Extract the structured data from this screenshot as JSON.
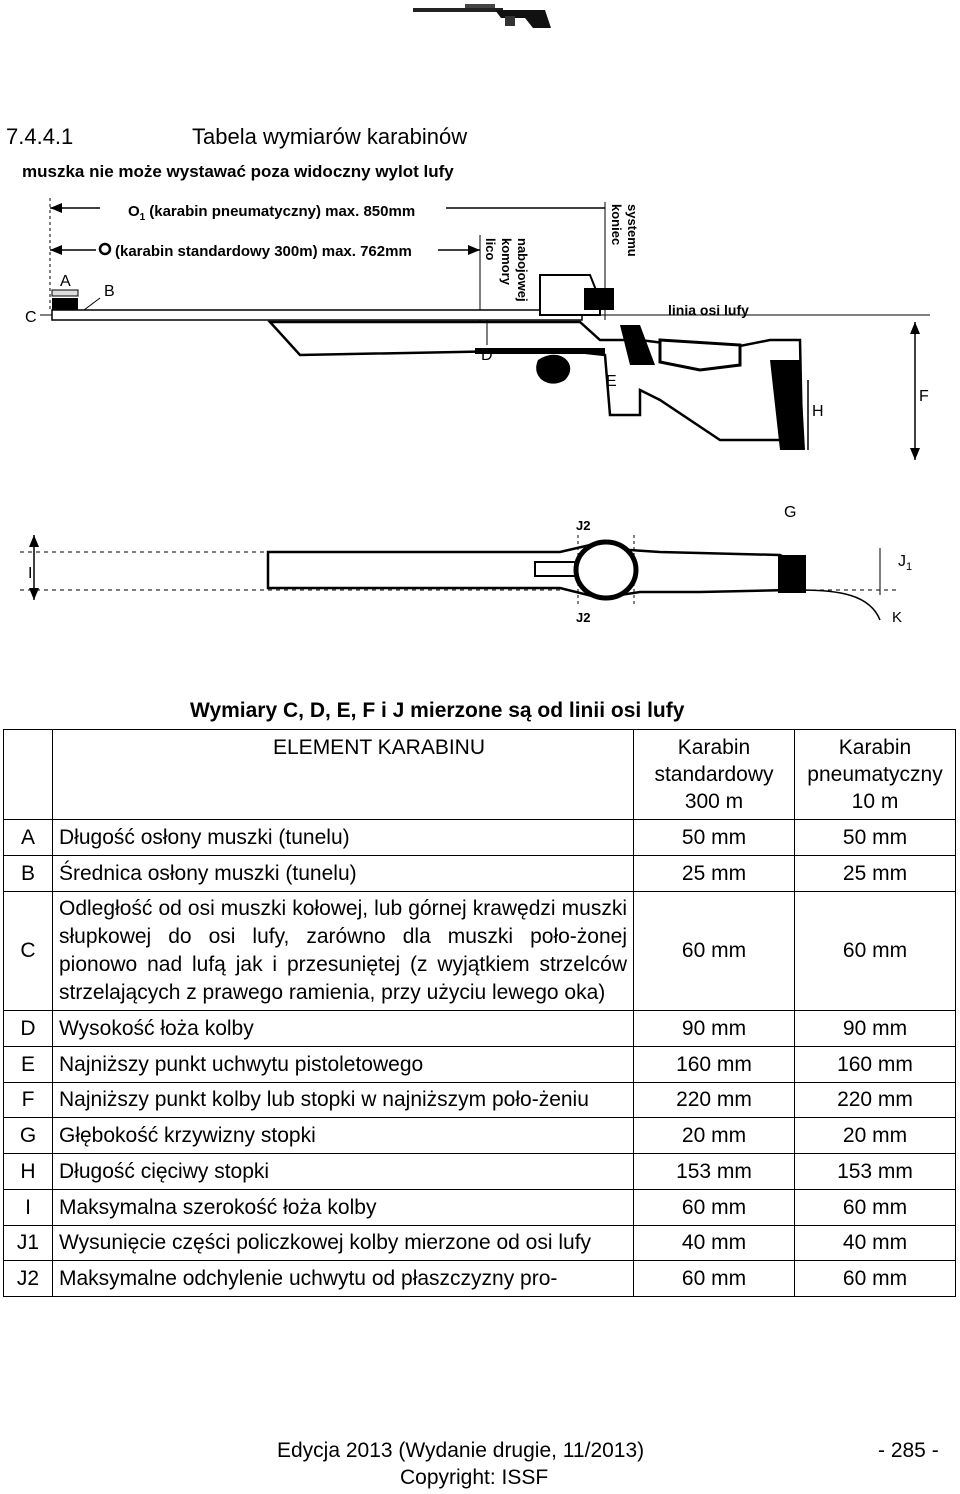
{
  "section": {
    "number": "7.4.4.1",
    "title": "Tabela wymiarów karabinów"
  },
  "figure": {
    "front_sight_note": "muszka nie może wystawać poza widoczny wylot lufy",
    "o1_label": "O",
    "o1_sub": "1",
    "o1_text": "(karabin pneumatyczny) max. 850mm",
    "o_label": "O",
    "o_text": "(karabin standardowy 300m) max. 762mm",
    "chamber_face": [
      "lico",
      "komory",
      "nabojowej"
    ],
    "system_end": [
      "koniec",
      "systemu"
    ],
    "bore_axis": "linia osi lufy",
    "letters": [
      "A",
      "B",
      "C",
      "D",
      "E",
      "F",
      "G",
      "H",
      "I",
      "J2",
      "J2",
      "K"
    ],
    "j1_label": "J",
    "j1_sub": "1"
  },
  "table": {
    "caption": "Wymiary C, D, E, F i J mierzone są od linii osi lufy",
    "header": {
      "element": "ELEMENT KARABINU",
      "standard": [
        "Karabin",
        "standardowy",
        "300 m"
      ],
      "air": [
        "Karabin",
        "pneumatyczny",
        "10 m"
      ]
    },
    "rows": [
      {
        "code": "A",
        "desc": "Długość osłony muszki (tunelu)",
        "standard": "50 mm",
        "air": "50 mm"
      },
      {
        "code": "B",
        "desc": "Średnica osłony muszki (tunelu)",
        "standard": "25 mm",
        "air": "25 mm"
      },
      {
        "code": "C",
        "desc": "Odległość od osi muszki kołowej, lub górnej krawędzi muszki słupkowej do osi lufy, zarówno dla muszki poło-żonej pionowo nad lufą jak i przesuniętej (z wyjątkiem strzelców strzelających z prawego ramienia, przy użyciu lewego oka)",
        "standard": "60 mm",
        "air": "60 mm"
      },
      {
        "code": "D",
        "desc": "Wysokość łoża kolby",
        "standard": "90 mm",
        "air": "90 mm"
      },
      {
        "code": "E",
        "desc": "Najniższy punkt uchwytu pistoletowego",
        "standard": "160 mm",
        "air": "160 mm"
      },
      {
        "code": "F",
        "desc": "Najniższy punkt kolby lub stopki w najniższym poło-żeniu",
        "standard": "220 mm",
        "air": "220 mm"
      },
      {
        "code": "G",
        "desc": "Głębokość krzywizny stopki",
        "standard": "20 mm",
        "air": "20 mm"
      },
      {
        "code": "H",
        "desc": "Długość cięciwy stopki",
        "standard": "153 mm",
        "air": "153 mm"
      },
      {
        "code": "I",
        "desc": "Maksymalna szerokość łoża kolby",
        "standard": "60 mm",
        "air": "60 mm"
      },
      {
        "code": "J1",
        "desc": "Wysunięcie części policzkowej kolby mierzone od osi lufy",
        "standard": "40 mm",
        "air": "40 mm"
      },
      {
        "code": "J2",
        "desc": "Maksymalne odchylenie uchwytu od płaszczyzny pro-",
        "standard": "60 mm",
        "air": "60 mm"
      }
    ]
  },
  "footer": {
    "edition": "Edycja 2013 (Wydanie drugie, 11/2013)",
    "page": "- 285 -",
    "copyright": "Copyright: ISSF"
  }
}
